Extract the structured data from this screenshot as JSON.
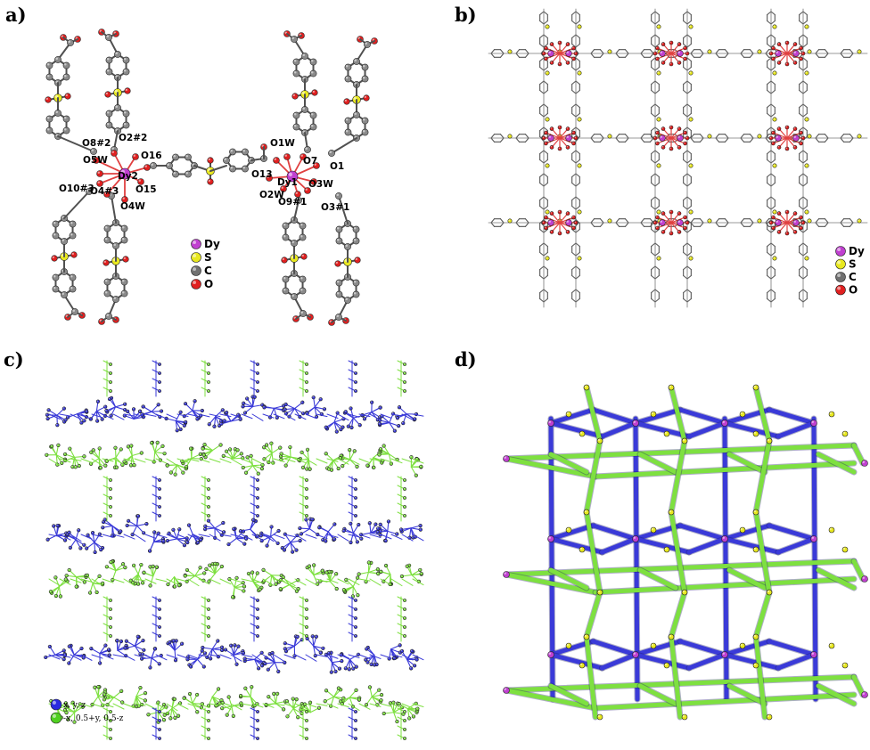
{
  "panels": {
    "a": {
      "label": "a)"
    },
    "b": {
      "label": "b)"
    },
    "c": {
      "label": "c)"
    },
    "d": {
      "label": "d)"
    }
  },
  "panel_a_atoms": {
    "o8": "O8#2",
    "o2": "O2#2",
    "o16": "O16",
    "o5w": "O5W",
    "dy2": "Dy2",
    "o10": "O10#3",
    "o4": "O4#3",
    "o15": "O15",
    "o4w": "O4W",
    "o1w": "O1W",
    "o7": "O7",
    "o1": "O1",
    "o13": "O13",
    "dy1": "Dy1",
    "o3w": "O3W",
    "o2w": "O2W",
    "o9": "O9#1",
    "o3": "O3#1"
  },
  "legend_elements": [
    {
      "symbol": "Dy",
      "color": "#c040d0"
    },
    {
      "symbol": "S",
      "color": "#e8e820"
    },
    {
      "symbol": "C",
      "color": "#707070"
    },
    {
      "symbol": "O",
      "color": "#e02020"
    }
  ],
  "panel_c_legend": [
    {
      "label": "x, y, z",
      "color": "#2a2ae0"
    },
    {
      "label": "-x, 0.5+y, 0.5-z",
      "color": "#50d020"
    }
  ],
  "colors": {
    "dy": "#c040d0",
    "s": "#e8e820",
    "c": "#8a8a8a",
    "o": "#e02020",
    "bond": "#505050",
    "dy_bond": "#e04040",
    "blue_net": "#3a3ad8",
    "green_net": "#7ee040"
  }
}
